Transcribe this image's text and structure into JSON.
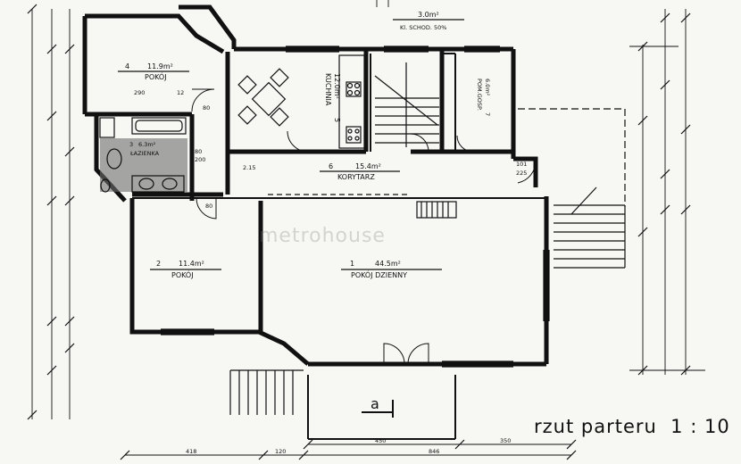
{
  "plan": {
    "title": "rzut parteru",
    "scale": "1 : 10",
    "watermark": "metrohouse",
    "section_mark": "a",
    "rooms": [
      {
        "key": "pokoj4",
        "number": "4",
        "area": "11.9m²",
        "name": "POKÓJ"
      },
      {
        "key": "lazienka",
        "number": "3",
        "area": "6.3m²",
        "name": "ŁAZIENKA"
      },
      {
        "key": "kuchnia",
        "number": "5",
        "area": "12.0m²",
        "name": "KUCHNIA"
      },
      {
        "key": "korytarz",
        "number": "6",
        "area": "15.4m²",
        "name": "KORYTARZ"
      },
      {
        "key": "pom_gosp",
        "number": "7",
        "area": "6.0m²",
        "name": "POM.GOSP."
      },
      {
        "key": "pokoj2",
        "number": "2",
        "area": "11.4m²",
        "name": "POKÓJ"
      },
      {
        "key": "dzienny",
        "number": "1",
        "area": "44.5m²",
        "name": "POKÓJ DZIENNY"
      }
    ],
    "stair_label": "3.0m²",
    "stair_note": "Kl. SCHOD. 50%",
    "dims_bottom_outer": [
      "418",
      "120",
      "846"
    ],
    "dims_bottom_inner": [
      "450",
      "350"
    ],
    "dims_misc": [
      "290",
      "12",
      "80",
      "200",
      "101",
      "225",
      "2.15",
      "80",
      "80"
    ]
  }
}
